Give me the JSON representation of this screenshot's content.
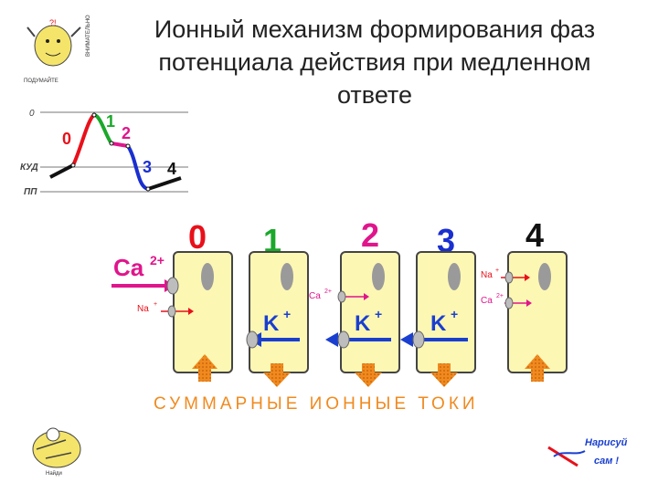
{
  "title": "Ионный механизм формирования фаз потенциала действия  при медленном ответе",
  "logo_top": {
    "left_text": "ПОДУМАЙТЕ",
    "right_text": "ВНИМАТЕЛЬНО"
  },
  "logo_bottom": {
    "text": "Найди"
  },
  "logo_draw": {
    "line1": "Нарисуй",
    "line2": "сам !"
  },
  "graph": {
    "level_zero": "0",
    "level_kud": "КУД",
    "level_pp": "ПП",
    "phase_labels": [
      "0",
      "1",
      "2",
      "3",
      "4"
    ]
  },
  "cells": [
    {
      "phase": "0",
      "phase_color": "#e8101a"
    },
    {
      "phase": "1",
      "phase_color": "#1aa82a"
    },
    {
      "phase": "2",
      "phase_color": "#e0158c"
    },
    {
      "phase": "3",
      "phase_color": "#1a2fd0"
    },
    {
      "phase": "4",
      "phase_color": "#111111"
    }
  ],
  "ions": {
    "ca_big": "Ca",
    "ca_big_charge": "2+",
    "na_small": "Na",
    "na_charge": "+",
    "ca_small": "Ca",
    "ca_small_charge": "2+",
    "k": "K",
    "k_charge": "+",
    "na_right": "Na",
    "na_right_charge": "+",
    "ca_right": "Ca",
    "ca_right_charge": "2+"
  },
  "footer": "СУММАРНЫЕ  ИОННЫЕ  ТОКИ",
  "colors": {
    "cell_fill": "#fdf7b4",
    "arrow_orange": "#f08a1e",
    "ion_blue": "#1a3fd0",
    "ion_pink": "#e0158c",
    "ion_red": "#e8101a"
  }
}
